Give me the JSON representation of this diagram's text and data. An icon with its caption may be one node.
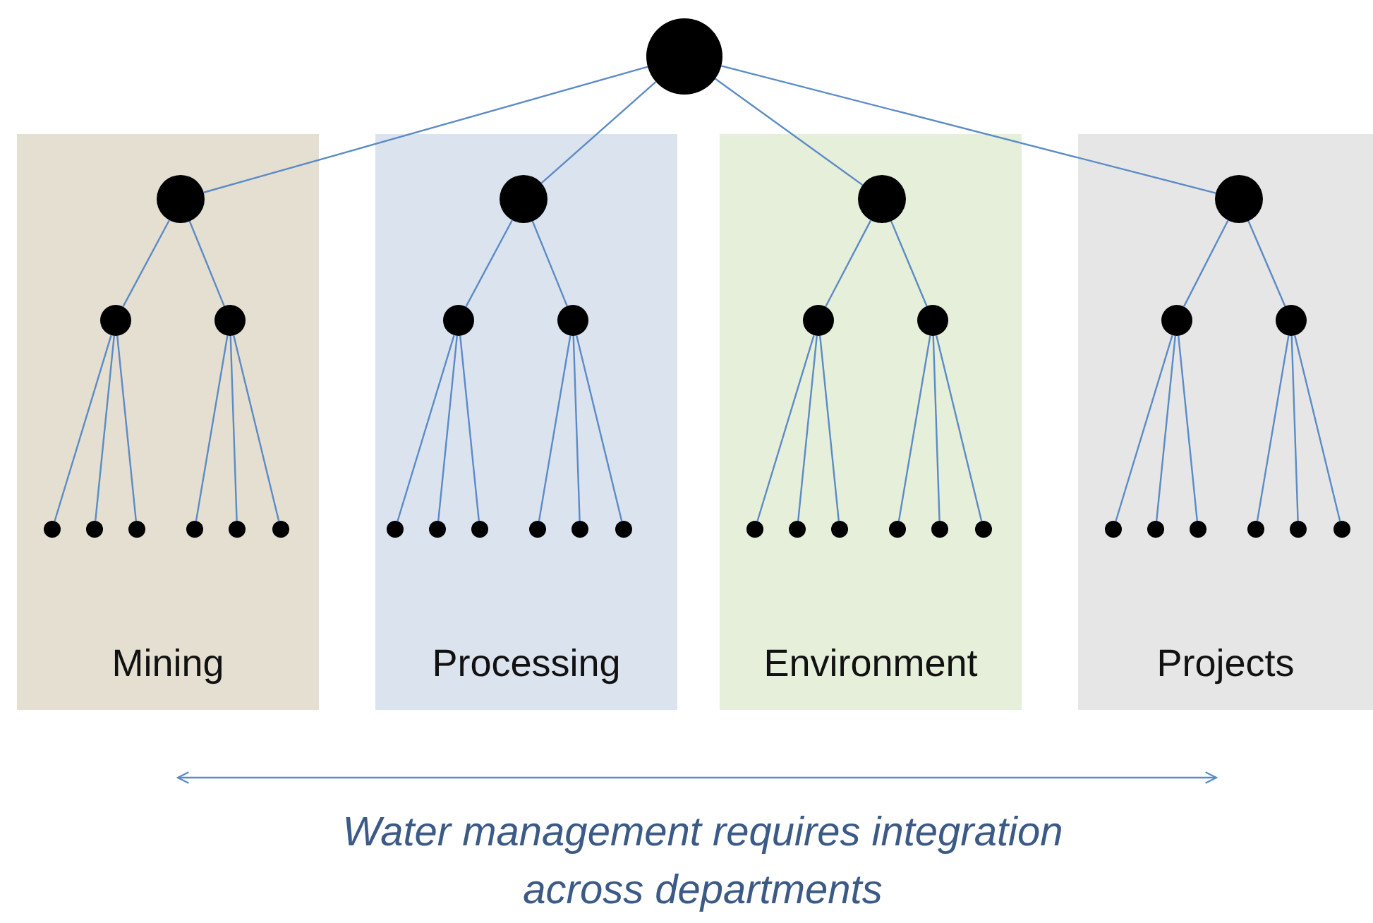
{
  "diagram": {
    "caption": "Water management requires integration across departments",
    "nodes": [
      {
        "text": [],
        "shape": "circle"
      },
      {
        "text": [
          "Mining"
        ]
      },
      {
        "text": [],
        "shape": "circle",
        "in": 1
      },
      {
        "text": [],
        "shape": "circle",
        "in": 1
      },
      {
        "text": [],
        "shape": "circle",
        "in": 1
      },
      {
        "text": [],
        "shape": "circle",
        "in": 1
      },
      {
        "text": [],
        "shape": "circle",
        "in": 1
      },
      {
        "text": [],
        "shape": "circle",
        "in": 1
      },
      {
        "text": [],
        "shape": "circle",
        "in": 1
      },
      {
        "text": [],
        "shape": "circle",
        "in": 1
      },
      {
        "text": [],
        "shape": "circle",
        "in": 1
      },
      {
        "text": [
          "Processing"
        ]
      },
      {
        "text": [],
        "shape": "circle",
        "in": 11
      },
      {
        "text": [],
        "shape": "circle",
        "in": 11
      },
      {
        "text": [],
        "shape": "circle",
        "in": 11
      },
      {
        "text": [],
        "shape": "circle",
        "in": 11
      },
      {
        "text": [],
        "shape": "circle",
        "in": 11
      },
      {
        "text": [],
        "shape": "circle",
        "in": 11
      },
      {
        "text": [],
        "shape": "circle",
        "in": 11
      },
      {
        "text": [],
        "shape": "circle",
        "in": 11
      },
      {
        "text": [],
        "shape": "circle",
        "in": 11
      },
      {
        "text": [
          "Environment"
        ]
      },
      {
        "text": [],
        "shape": "circle",
        "in": 21
      },
      {
        "text": [],
        "shape": "circle",
        "in": 21
      },
      {
        "text": [],
        "shape": "circle",
        "in": 21
      },
      {
        "text": [],
        "shape": "circle",
        "in": 21
      },
      {
        "text": [],
        "shape": "circle",
        "in": 21
      },
      {
        "text": [],
        "shape": "circle",
        "in": 21
      },
      {
        "text": [],
        "shape": "circle",
        "in": 21
      },
      {
        "text": [],
        "shape": "circle",
        "in": 21
      },
      {
        "text": [],
        "shape": "circle",
        "in": 21
      },
      {
        "text": [
          "Projects"
        ]
      },
      {
        "text": [],
        "shape": "circle",
        "in": 31
      },
      {
        "text": [],
        "shape": "circle",
        "in": 31
      },
      {
        "text": [],
        "shape": "circle",
        "in": 31
      },
      {
        "text": [],
        "shape": "circle",
        "in": 31
      },
      {
        "text": [],
        "shape": "circle",
        "in": 31
      },
      {
        "text": [],
        "shape": "circle",
        "in": 31
      },
      {
        "text": [],
        "shape": "circle",
        "in": 31
      },
      {
        "text": [],
        "shape": "circle",
        "in": 31
      },
      {
        "text": [],
        "shape": "circle",
        "in": 31
      }
    ],
    "edges": [
      {
        "from": 0,
        "to": 2,
        "arrow": "none"
      },
      {
        "from": 0,
        "to": 12,
        "arrow": "none"
      },
      {
        "from": 0,
        "to": 22,
        "arrow": "none"
      },
      {
        "from": 0,
        "to": 32,
        "arrow": "none"
      },
      {
        "from": 2,
        "to": 3,
        "arrow": "none"
      },
      {
        "from": 2,
        "to": 4,
        "arrow": "none"
      },
      {
        "from": 3,
        "to": 5,
        "arrow": "none"
      },
      {
        "from": 3,
        "to": 6,
        "arrow": "none"
      },
      {
        "from": 3,
        "to": 7,
        "arrow": "none"
      },
      {
        "from": 4,
        "to": 8,
        "arrow": "none"
      },
      {
        "from": 4,
        "to": 9,
        "arrow": "none"
      },
      {
        "from": 4,
        "to": 10,
        "arrow": "none"
      },
      {
        "from": 12,
        "to": 13,
        "arrow": "none"
      },
      {
        "from": 12,
        "to": 14,
        "arrow": "none"
      },
      {
        "from": 13,
        "to": 15,
        "arrow": "none"
      },
      {
        "from": 13,
        "to": 16,
        "arrow": "none"
      },
      {
        "from": 13,
        "to": 17,
        "arrow": "none"
      },
      {
        "from": 14,
        "to": 18,
        "arrow": "none"
      },
      {
        "from": 14,
        "to": 19,
        "arrow": "none"
      },
      {
        "from": 14,
        "to": 20,
        "arrow": "none"
      },
      {
        "from": 22,
        "to": 23,
        "arrow": "none"
      },
      {
        "from": 22,
        "to": 24,
        "arrow": "none"
      },
      {
        "from": 23,
        "to": 25,
        "arrow": "none"
      },
      {
        "from": 23,
        "to": 26,
        "arrow": "none"
      },
      {
        "from": 23,
        "to": 27,
        "arrow": "none"
      },
      {
        "from": 24,
        "to": 28,
        "arrow": "none"
      },
      {
        "from": 24,
        "to": 29,
        "arrow": "none"
      },
      {
        "from": 24,
        "to": 30,
        "arrow": "none"
      },
      {
        "from": 32,
        "to": 33,
        "arrow": "none"
      },
      {
        "from": 32,
        "to": 34,
        "arrow": "none"
      },
      {
        "from": 33,
        "to": 35,
        "arrow": "none"
      },
      {
        "from": 33,
        "to": 36,
        "arrow": "none"
      },
      {
        "from": 33,
        "to": 37,
        "arrow": "none"
      },
      {
        "from": 34,
        "to": 38,
        "arrow": "none"
      },
      {
        "from": 34,
        "to": 39,
        "arrow": "none"
      },
      {
        "from": 34,
        "to": 40,
        "arrow": "none"
      }
    ]
  }
}
